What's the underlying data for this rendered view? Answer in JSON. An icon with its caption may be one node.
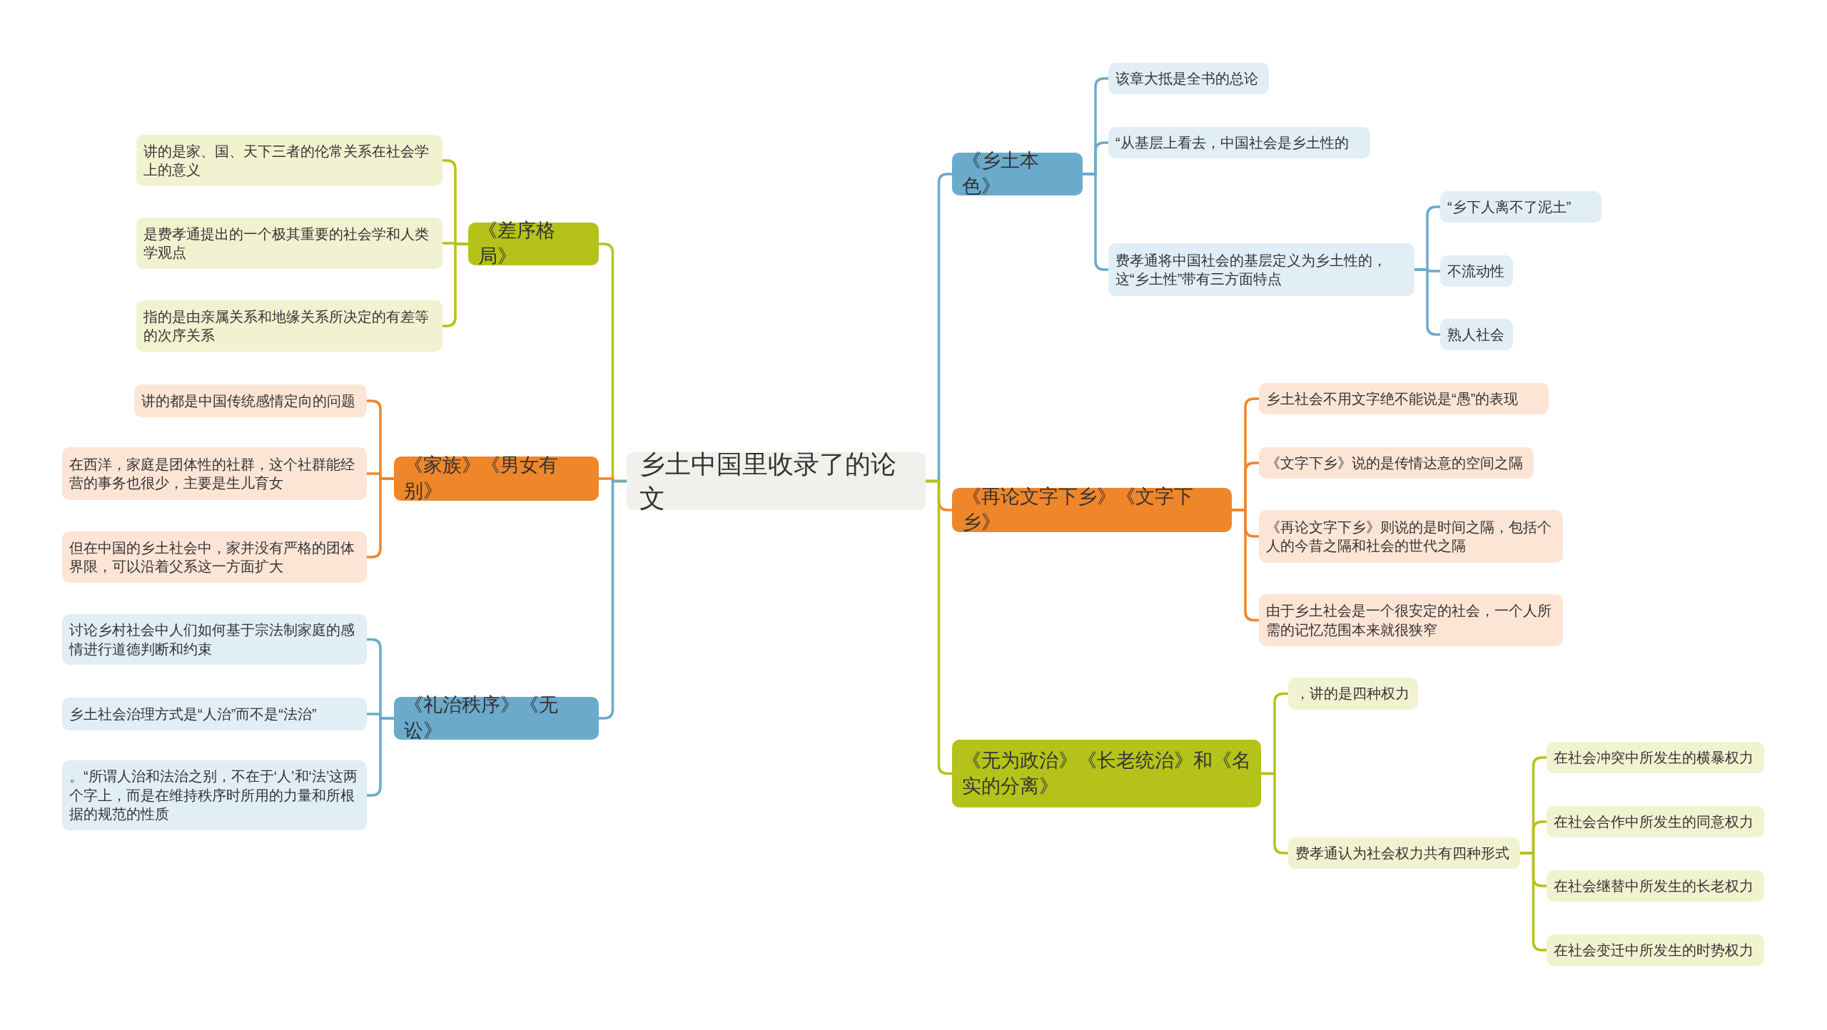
{
  "diagram": {
    "nodes": [
      {
        "text": [
          "乡土中国里收录了的论文"
        ]
      },
      {
        "text": [
          "《差序格局》"
        ]
      },
      {
        "text": [
          "讲的是家、国、天下三者的伦常关系在社会学上的意义"
        ]
      },
      {
        "text": [
          "是费孝通提出的一个极其重要的社会学和人类学观点"
        ]
      },
      {
        "text": [
          "指的是由亲属关系和地缘关系所决定的有差等的次序关系"
        ]
      },
      {
        "text": [
          "《家族》《男女有别》"
        ]
      },
      {
        "text": [
          "讲的都是中国传统感情定向的问题"
        ]
      },
      {
        "text": [
          "在西洋，家庭是团体性的社群，这个社群能经营的事务也很少，主要是生儿育女"
        ]
      },
      {
        "text": [
          "但在中国的乡土社会中，家并没有严格的团体界限，可以沿着父系这一方面扩大"
        ]
      },
      {
        "text": [
          "《礼治秩序》《无讼》"
        ]
      },
      {
        "text": [
          "讨论乡村社会中人们如何基于宗法制家庭的感情进行道德判断和约束"
        ]
      },
      {
        "text": [
          "乡土社会治理方式是“人治”而不是“法治”"
        ]
      },
      {
        "text": [
          "。“所谓人治和法治之别，不在于‘人’和‘法’这两个字上，而是在维持秩序时所用的力量和所根据的规范的性质"
        ]
      },
      {
        "text": [
          "《乡土本色》"
        ]
      },
      {
        "text": [
          "该章大抵是全书的总论"
        ]
      },
      {
        "text": [
          "“从基层上看去，中国社会是乡土性的"
        ]
      },
      {
        "text": [
          "费孝通将中国社会的基层定义为乡土性的，这“乡土性”带有三方面特点"
        ]
      },
      {
        "text": [
          "“乡下人离不了泥土”"
        ]
      },
      {
        "text": [
          "不流动性"
        ]
      },
      {
        "text": [
          "熟人社会"
        ]
      },
      {
        "text": [
          "《再论文字下乡》《文字下乡》"
        ]
      },
      {
        "text": [
          "乡土社会不用文字绝不能说是“愚”的表现"
        ]
      },
      {
        "text": [
          "《文字下乡》说的是传情达意的空间之隔"
        ]
      },
      {
        "text": [
          "《再论文字下乡》则说的是时间之隔，包括个人的今昔之隔和社会的世代之隔"
        ]
      },
      {
        "text": [
          "由于乡土社会是一个很安定的社会，一个人所需的记忆范围本来就很狭窄"
        ]
      },
      {
        "text": [
          "《无为政治》《长老统治》和《名实的分离》"
        ]
      },
      {
        "text": [
          "，讲的是四种权力"
        ]
      },
      {
        "text": [
          "费孝通认为社会权力共有四种形式"
        ]
      },
      {
        "text": [
          "在社会冲突中所发生的横暴权力"
        ]
      },
      {
        "text": [
          "在社会合作中所发生的同意权力"
        ]
      },
      {
        "text": [
          "在社会继替中所发生的长老权力"
        ]
      },
      {
        "text": [
          "在社会变迁中所发生的时势权力"
        ]
      }
    ],
    "edges": [
      {
        "from": 0,
        "to": 1,
        "arrow": "none",
        "color": "#b5c21a"
      },
      {
        "from": 0,
        "to": 5,
        "arrow": "none",
        "color": "#f0862a"
      },
      {
        "from": 0,
        "to": 9,
        "arrow": "none",
        "color": "#6aabcc"
      },
      {
        "from": 0,
        "to": 13,
        "arrow": "none",
        "color": "#6aabcc"
      },
      {
        "from": 0,
        "to": 20,
        "arrow": "none",
        "color": "#f0862a"
      },
      {
        "from": 0,
        "to": 25,
        "arrow": "none",
        "color": "#b5c21a"
      },
      {
        "from": 1,
        "to": 2,
        "arrow": "none",
        "color": "#b5c21a"
      },
      {
        "from": 1,
        "to": 3,
        "arrow": "none",
        "color": "#b5c21a"
      },
      {
        "from": 1,
        "to": 4,
        "arrow": "none",
        "color": "#b5c21a"
      },
      {
        "from": 5,
        "to": 6,
        "arrow": "none",
        "color": "#f0862a"
      },
      {
        "from": 5,
        "to": 7,
        "arrow": "none",
        "color": "#f0862a"
      },
      {
        "from": 5,
        "to": 8,
        "arrow": "none",
        "color": "#f0862a"
      },
      {
        "from": 9,
        "to": 10,
        "arrow": "none",
        "color": "#6aabcc"
      },
      {
        "from": 9,
        "to": 11,
        "arrow": "none",
        "color": "#6aabcc"
      },
      {
        "from": 9,
        "to": 12,
        "arrow": "none",
        "color": "#6aabcc"
      },
      {
        "from": 13,
        "to": 14,
        "arrow": "none",
        "color": "#6aabcc"
      },
      {
        "from": 13,
        "to": 15,
        "arrow": "none",
        "color": "#6aabcc"
      },
      {
        "from": 13,
        "to": 16,
        "arrow": "none",
        "color": "#6aabcc"
      },
      {
        "from": 16,
        "to": 17,
        "arrow": "none",
        "color": "#6aabcc"
      },
      {
        "from": 16,
        "to": 18,
        "arrow": "none",
        "color": "#6aabcc"
      },
      {
        "from": 16,
        "to": 19,
        "arrow": "none",
        "color": "#6aabcc"
      },
      {
        "from": 20,
        "to": 21,
        "arrow": "none",
        "color": "#f0862a"
      },
      {
        "from": 20,
        "to": 22,
        "arrow": "none",
        "color": "#f0862a"
      },
      {
        "from": 20,
        "to": 23,
        "arrow": "none",
        "color": "#f0862a"
      },
      {
        "from": 20,
        "to": 24,
        "arrow": "none",
        "color": "#f0862a"
      },
      {
        "from": 25,
        "to": 26,
        "arrow": "none",
        "color": "#b5c21a"
      },
      {
        "from": 25,
        "to": 27,
        "arrow": "none",
        "color": "#b5c21a"
      },
      {
        "from": 27,
        "to": 28,
        "arrow": "none",
        "color": "#b5c21a"
      },
      {
        "from": 27,
        "to": 29,
        "arrow": "none",
        "color": "#b5c21a"
      },
      {
        "from": 27,
        "to": 30,
        "arrow": "none",
        "color": "#b5c21a"
      },
      {
        "from": 27,
        "to": 31,
        "arrow": "none",
        "color": "#b5c21a"
      }
    ]
  }
}
